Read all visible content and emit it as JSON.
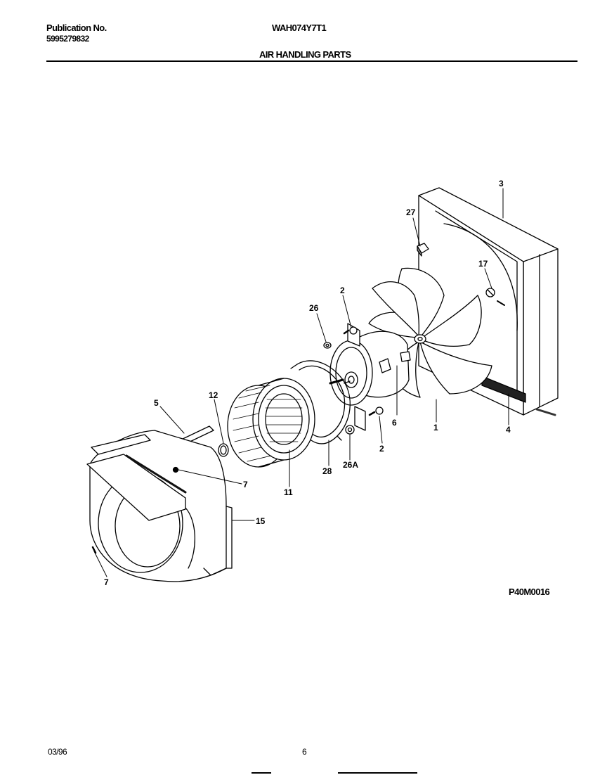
{
  "header": {
    "publication_label": "Publication No.",
    "publication_number": "5995279832",
    "model": "WAH074Y7T1",
    "section_title": "AIR HANDLING PARTS"
  },
  "diagram": {
    "code": "P40M0016",
    "callouts": {
      "c1": "1",
      "c2a": "2",
      "c2b": "2",
      "c3": "3",
      "c4": "4",
      "c5": "5",
      "c6": "6",
      "c7a": "7",
      "c7b": "7",
      "c11": "11",
      "c12": "12",
      "c15": "15",
      "c17": "17",
      "c26": "26",
      "c26a": "26A",
      "c27": "27",
      "c28": "28"
    }
  },
  "footer": {
    "date": "03/96",
    "page": "6"
  }
}
